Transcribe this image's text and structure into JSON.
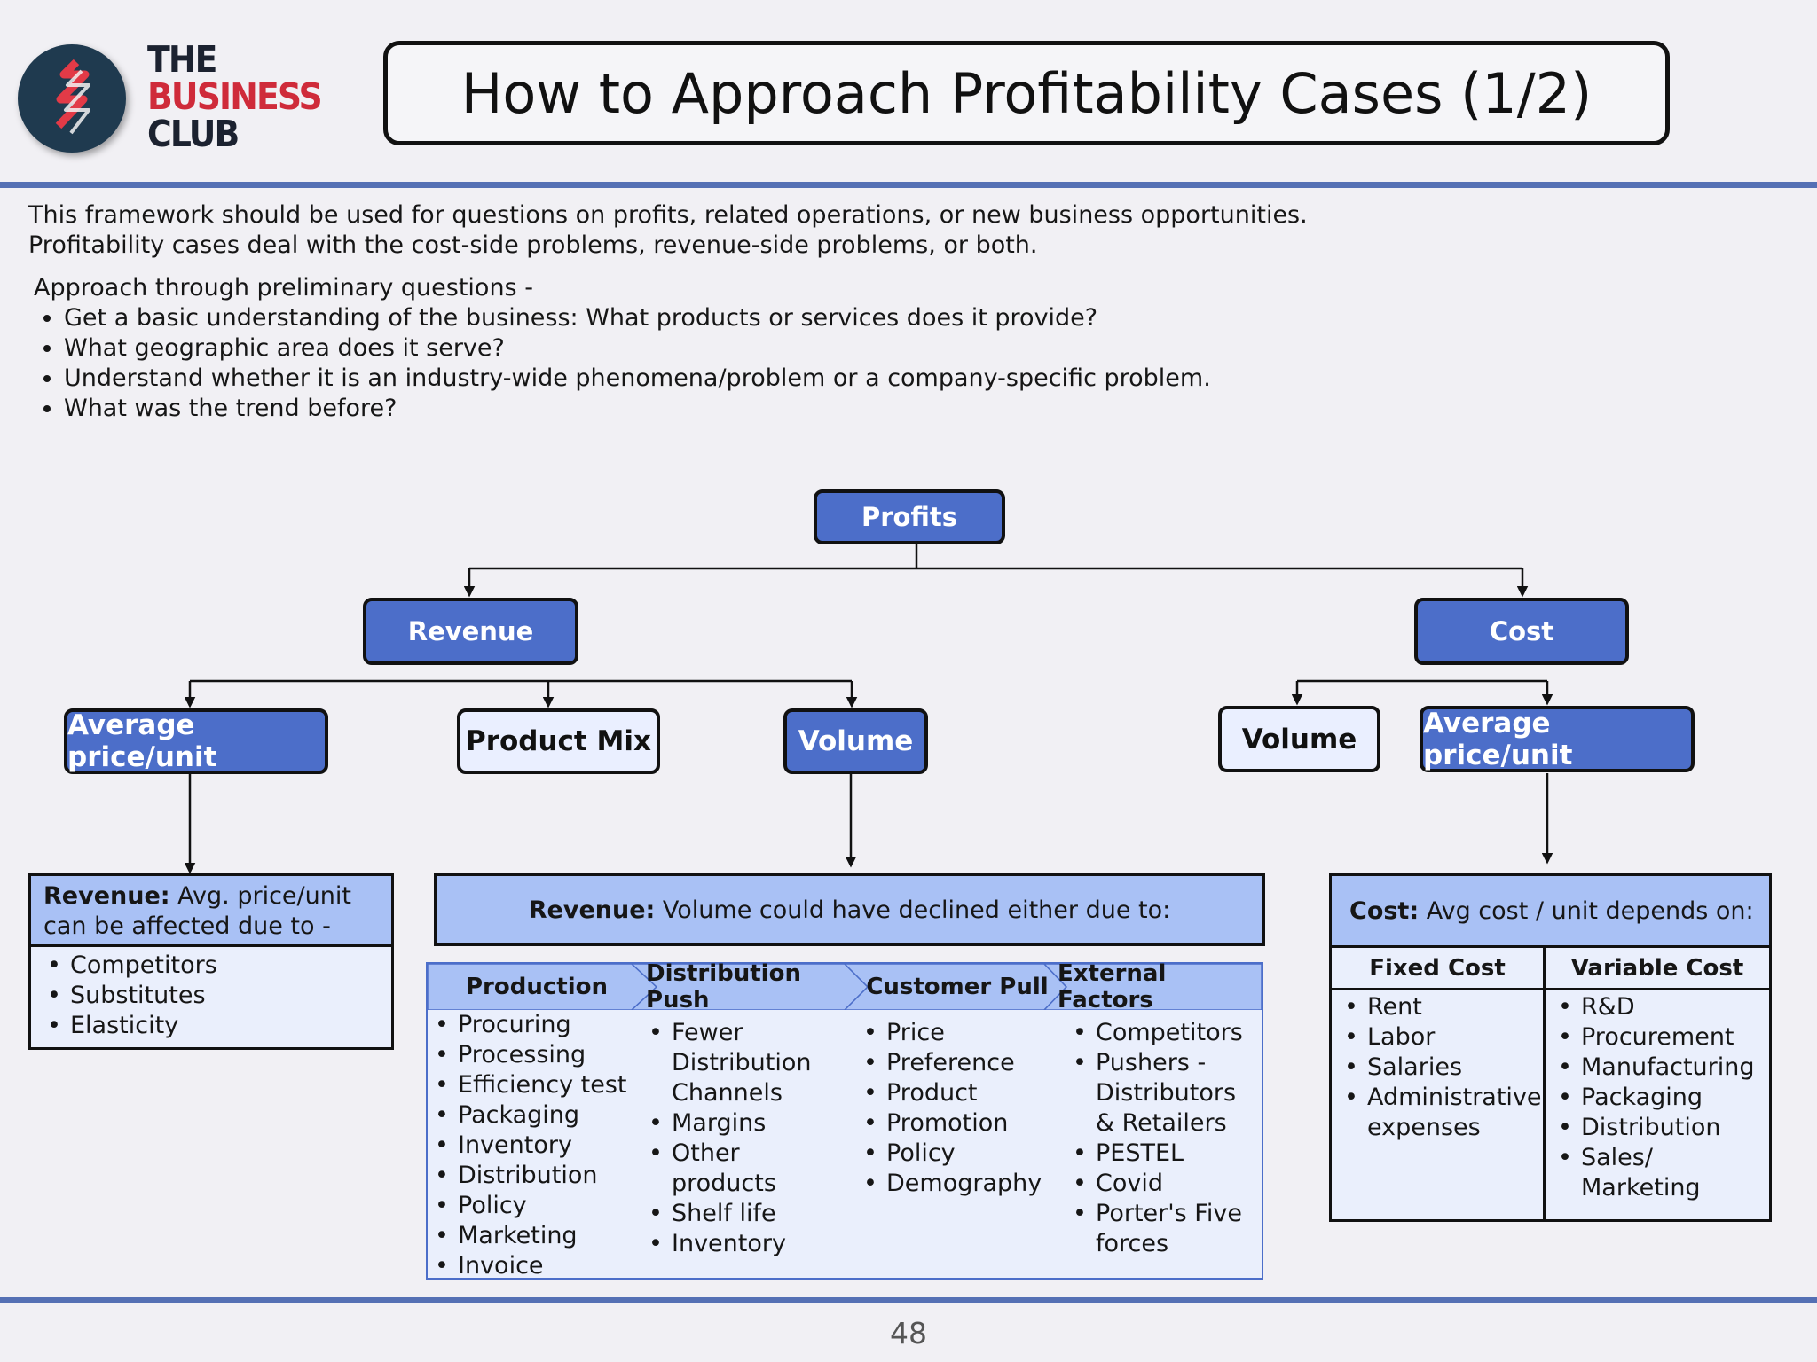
{
  "brand": {
    "line1": "THE",
    "line2": "BUSINESS",
    "line3": "CLUB"
  },
  "title": "How to Approach Profitability Cases (1/2)",
  "intro": {
    "line1": "This framework should be used for questions on profits, related operations, or new business opportunities.",
    "line2": "Profitability cases deal with the cost-side problems, revenue-side problems, or both."
  },
  "approach": {
    "heading": "Approach through preliminary questions -",
    "bullets": [
      "Get a basic understanding of the business: What products or services does it provide?",
      "What geographic area does it serve?",
      "Understand whether it is an industry-wide phenomena/problem or a company-specific problem.",
      "What was the trend before?"
    ]
  },
  "tree": {
    "profits": "Profits",
    "revenue": "Revenue",
    "cost": "Cost",
    "rev_avg_price": "Average price/unit",
    "product_mix": "Product Mix",
    "rev_volume": "Volume",
    "cost_volume": "Volume",
    "cost_avg_price": "Average price/unit"
  },
  "price_panel": {
    "head_bold": "Revenue:",
    "head_rest": " Avg. price/unit can be affected due to -",
    "items": [
      "Competitors",
      "Substitutes",
      "Elasticity"
    ]
  },
  "volume_panel": {
    "head_bold": "Revenue:",
    "head_rest": " Volume could have declined either due to:",
    "columns": [
      {
        "title": "Production",
        "items": [
          "Procuring",
          "Processing",
          "Efficiency test",
          "Packaging",
          "Inventory",
          "Distribution",
          "Policy",
          "Marketing",
          "Invoice"
        ]
      },
      {
        "title": "Distribution Push",
        "items": [
          "Fewer Distribution Channels",
          "Margins",
          "Other products",
          "Shelf life",
          "Inventory"
        ]
      },
      {
        "title": "Customer Pull",
        "items": [
          "Price",
          "Preference",
          "Product",
          "Promotion",
          "Policy",
          "Demography"
        ]
      },
      {
        "title": "External Factors",
        "items": [
          "Competitors",
          "Pushers - Distributors & Retailers",
          "PESTEL",
          "Covid",
          "Porter's Five forces"
        ]
      }
    ]
  },
  "cost_panel": {
    "head_bold": "Cost:",
    "head_rest": " Avg cost / unit depends on:",
    "fixed": {
      "title": "Fixed Cost",
      "items": [
        "Rent",
        "Labor",
        "Salaries",
        "Administrative expenses"
      ]
    },
    "variable": {
      "title": "Variable Cost",
      "items": [
        "R&D",
        "Procurement",
        "Manufacturing",
        "Packaging",
        "Distribution",
        "Sales/ Marketing"
      ]
    }
  },
  "page_number": "48",
  "colors": {
    "accent_blue": "#4c6ec9",
    "light_blue": "#a9c1f5",
    "panel_fill": "#eaeffc",
    "rule": "#5570b4",
    "logo_red": "#cf2b3a"
  }
}
